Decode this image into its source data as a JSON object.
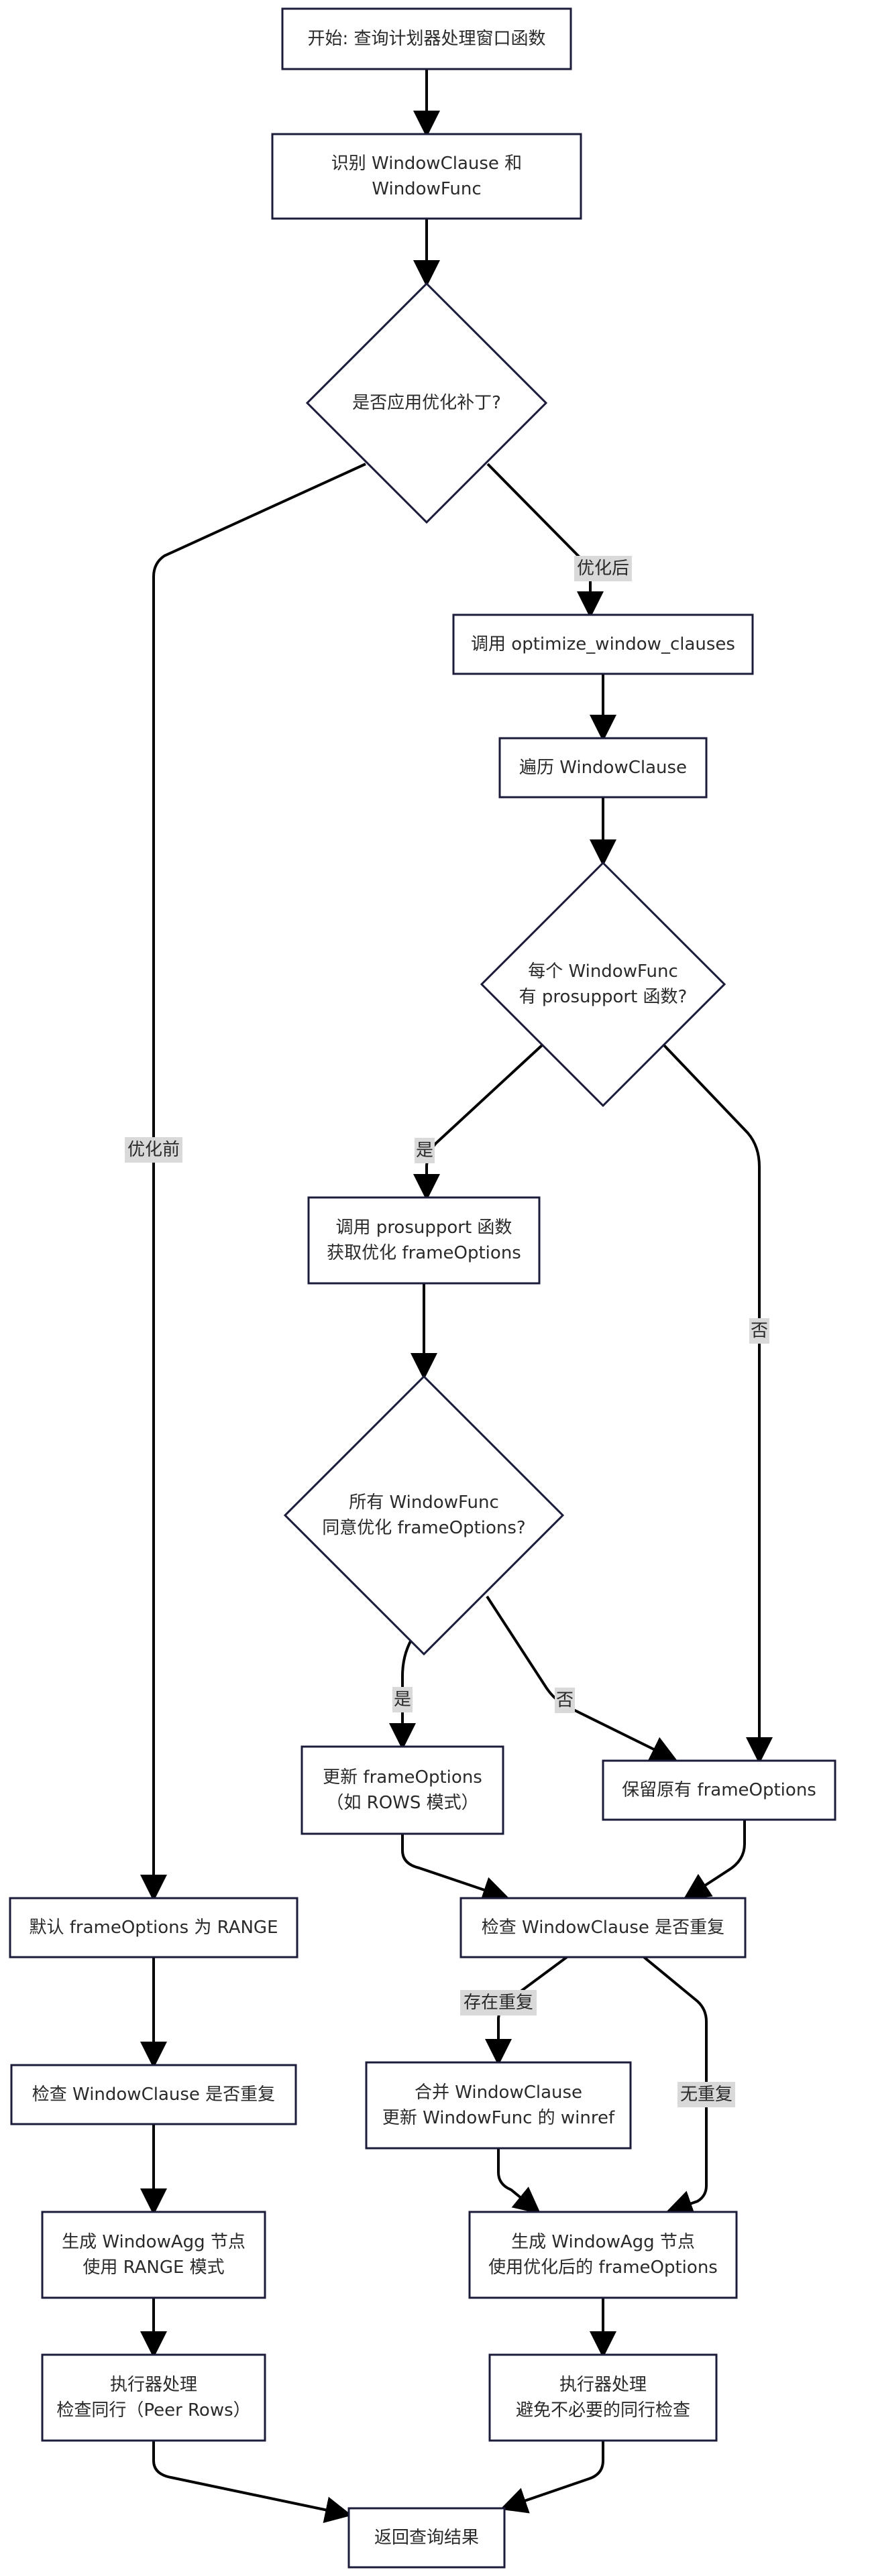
{
  "nodes": {
    "start": {
      "lines": [
        "开始: 查询计划器处理窗口函数"
      ]
    },
    "identify": {
      "lines": [
        "识别 WindowClause 和",
        "WindowFunc"
      ]
    },
    "patch_decision": {
      "lines": [
        "是否应用优化补丁?"
      ]
    },
    "call_optimize": {
      "lines": [
        "调用 optimize_window_clauses"
      ]
    },
    "traverse": {
      "lines": [
        "遍历 WindowClause"
      ]
    },
    "prosupport_decision": {
      "lines": [
        "每个 WindowFunc",
        "有 prosupport 函数?"
      ]
    },
    "call_prosupport": {
      "lines": [
        "调用 prosupport 函数",
        "获取优化 frameOptions"
      ]
    },
    "agree_decision": {
      "lines": [
        "所有 WindowFunc",
        "同意优化 frameOptions?"
      ]
    },
    "update_frame": {
      "lines": [
        "更新 frameOptions",
        "（如 ROWS 模式）"
      ]
    },
    "keep_frame": {
      "lines": [
        "保留原有 frameOptions"
      ]
    },
    "check_dup_right": {
      "lines": [
        "检查 WindowClause 是否重复"
      ]
    },
    "merge": {
      "lines": [
        "合并 WindowClause",
        "更新 WindowFunc 的 winref"
      ]
    },
    "gen_agg_right": {
      "lines": [
        "生成 WindowAgg 节点",
        "使用优化后的 frameOptions"
      ]
    },
    "exec_right": {
      "lines": [
        "执行器处理",
        "避免不必要的同行检查"
      ]
    },
    "default_range": {
      "lines": [
        "默认 frameOptions 为 RANGE"
      ]
    },
    "check_dup_left": {
      "lines": [
        "检查 WindowClause 是否重复"
      ]
    },
    "gen_agg_left": {
      "lines": [
        "生成 WindowAgg 节点",
        "使用 RANGE 模式"
      ]
    },
    "exec_left": {
      "lines": [
        "执行器处理",
        "检查同行（Peer Rows）"
      ]
    },
    "return": {
      "lines": [
        "返回查询结果"
      ]
    }
  },
  "edge_labels": {
    "after": "优化后",
    "before": "优化前",
    "yes1": "是",
    "no1": "否",
    "yes2": "是",
    "no2": "否",
    "has_dup": "存在重复",
    "no_dup": "无重复"
  }
}
